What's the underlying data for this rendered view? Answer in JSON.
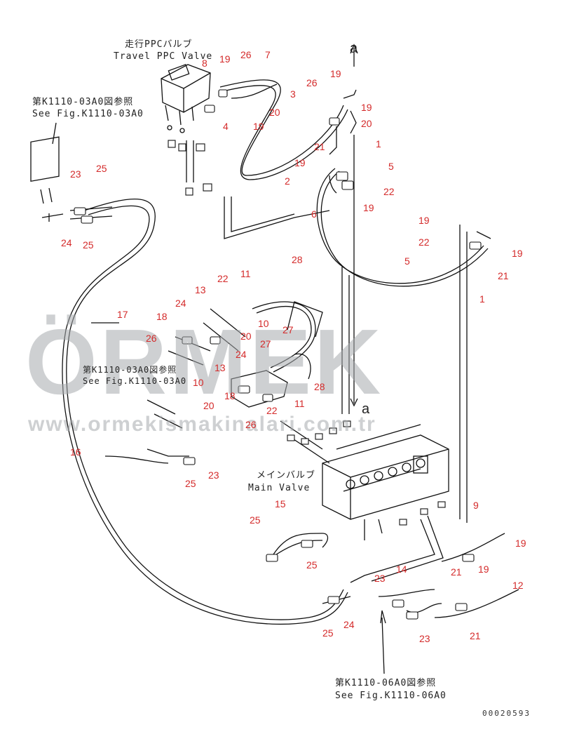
{
  "labels": {
    "travel_ppc_jp": "走行PPCバルブ",
    "travel_ppc_en": "Travel PPC Valve",
    "ref1_jp": "第K1110-03A0図参照",
    "ref1_en": "See Fig.K1110-03A0",
    "ref2_jp": "第K1110-03A0図参照",
    "ref2_en": "See Fig.K1110-03A0",
    "main_jp": "メインバルブ",
    "main_en": "Main Valve",
    "ref3_jp": "第K1110-06A0図参照",
    "ref3_en": "See Fig.K1110-06A0",
    "arrow_a_top": "a",
    "arrow_a_mid": "a",
    "doc_number": "00020593"
  },
  "watermark": {
    "brand": "ÖRMEK",
    "url": "www.ormekismakinalari.com.tr"
  },
  "callouts": [
    "8",
    "19",
    "26",
    "7",
    "26",
    "19",
    "3",
    "19",
    "20",
    "4",
    "20",
    "19",
    "21",
    "1",
    "19",
    "5",
    "2",
    "22",
    "6",
    "19",
    "23",
    "25",
    "24",
    "25",
    "19",
    "22",
    "19",
    "5",
    "21",
    "1",
    "28",
    "22",
    "11",
    "13",
    "24",
    "20",
    "10",
    "18",
    "17",
    "27",
    "26",
    "24",
    "27",
    "13",
    "28",
    "10",
    "20",
    "18",
    "22",
    "11",
    "26",
    "16",
    "25",
    "23",
    "15",
    "25",
    "25",
    "9",
    "19",
    "14",
    "23",
    "19",
    "21",
    "12",
    "24",
    "25",
    "23",
    "21"
  ],
  "colors": {
    "callout": "#d42a2a",
    "line": "#111111",
    "watermark": "#a7abae",
    "watermark_accent": "#f2c23a"
  }
}
